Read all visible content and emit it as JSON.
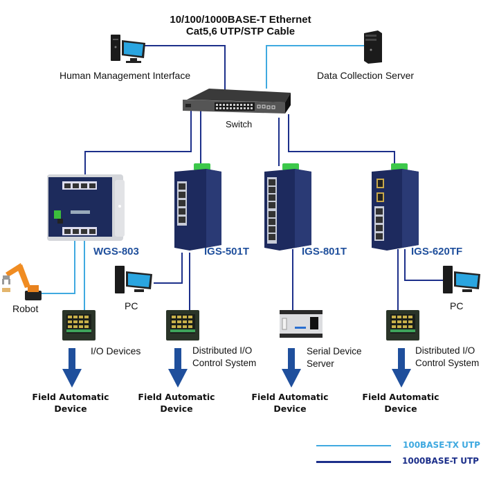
{
  "title": {
    "line1": "10/100/1000BASE-T Ethernet",
    "line2": "Cat5,6 UTP/STP Cable"
  },
  "top_devices": {
    "hmi_label": "Human Management Interface",
    "server_label": "Data Collection Server",
    "switch_label": "Switch"
  },
  "switches": [
    {
      "model": "WGS-803",
      "icon": "wall-mount-switch"
    },
    {
      "model": "IGS-501T",
      "icon": "industrial-switch-5port"
    },
    {
      "model": "IGS-801T",
      "icon": "industrial-switch-8port"
    },
    {
      "model": "IGS-620TF",
      "icon": "industrial-switch-sfp"
    }
  ],
  "end_devices": {
    "robot": "Robot",
    "pc1": "PC",
    "pc2": "PC",
    "io_devices": "I/O Devices",
    "dio1_line1": "Distributed I/O",
    "dio1_line2": "Control System",
    "serial_line1": "Serial Device",
    "serial_line2": "Server",
    "dio2_line1": "Distributed I/O",
    "dio2_line2": "Control System"
  },
  "field_devices": [
    {
      "line1": "Field Automatic",
      "line2": "Device"
    },
    {
      "line1": "Field Automatic",
      "line2": "Device"
    },
    {
      "line1": "Field Automatic",
      "line2": "Device"
    },
    {
      "line1": "Field Automatic",
      "line2": "Device"
    }
  ],
  "legend": [
    {
      "label": "100BASE-TX UTP",
      "color": "#3fa9e0"
    },
    {
      "label": "1000BASE-T UTP",
      "color": "#1c2f8a"
    }
  ],
  "colors": {
    "gigabit_line": "#1c2f8a",
    "fast_line": "#3fa9e0",
    "arrow": "#1f4f9c",
    "model_text": "#1f4f9c"
  }
}
